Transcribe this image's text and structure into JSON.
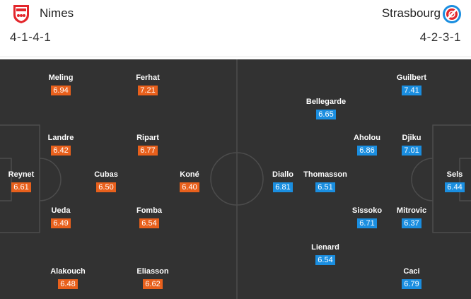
{
  "home": {
    "name": "Nimes",
    "formation": "4-1-4-1",
    "crest_icon": "nimes-crest-icon",
    "color": "#e8601c",
    "players": [
      {
        "name": "Reynet",
        "rating": "6.61"
      },
      {
        "name": "Meling",
        "rating": "6.94"
      },
      {
        "name": "Landre",
        "rating": "6.42"
      },
      {
        "name": "Ueda",
        "rating": "6.49"
      },
      {
        "name": "Alakouch",
        "rating": "6.48"
      },
      {
        "name": "Cubas",
        "rating": "6.50"
      },
      {
        "name": "Ferhat",
        "rating": "7.21"
      },
      {
        "name": "Ripart",
        "rating": "6.77"
      },
      {
        "name": "Fomba",
        "rating": "6.54"
      },
      {
        "name": "Eliasson",
        "rating": "6.62"
      },
      {
        "name": "Koné",
        "rating": "6.40"
      }
    ]
  },
  "away": {
    "name": "Strasbourg",
    "formation": "4-2-3-1",
    "crest_icon": "strasbourg-crest-icon",
    "color": "#1a8ee0",
    "players": [
      {
        "name": "Sels",
        "rating": "6.44"
      },
      {
        "name": "Guilbert",
        "rating": "7.41"
      },
      {
        "name": "Djiku",
        "rating": "7.01"
      },
      {
        "name": "Mitrovic",
        "rating": "6.37"
      },
      {
        "name": "Caci",
        "rating": "6.79"
      },
      {
        "name": "Aholou",
        "rating": "6.86"
      },
      {
        "name": "Sissoko",
        "rating": "6.71"
      },
      {
        "name": "Bellegarde",
        "rating": "6.65"
      },
      {
        "name": "Thomasson",
        "rating": "6.51"
      },
      {
        "name": "Lienard",
        "rating": "6.54"
      },
      {
        "name": "Diallo",
        "rating": "6.81"
      }
    ]
  }
}
